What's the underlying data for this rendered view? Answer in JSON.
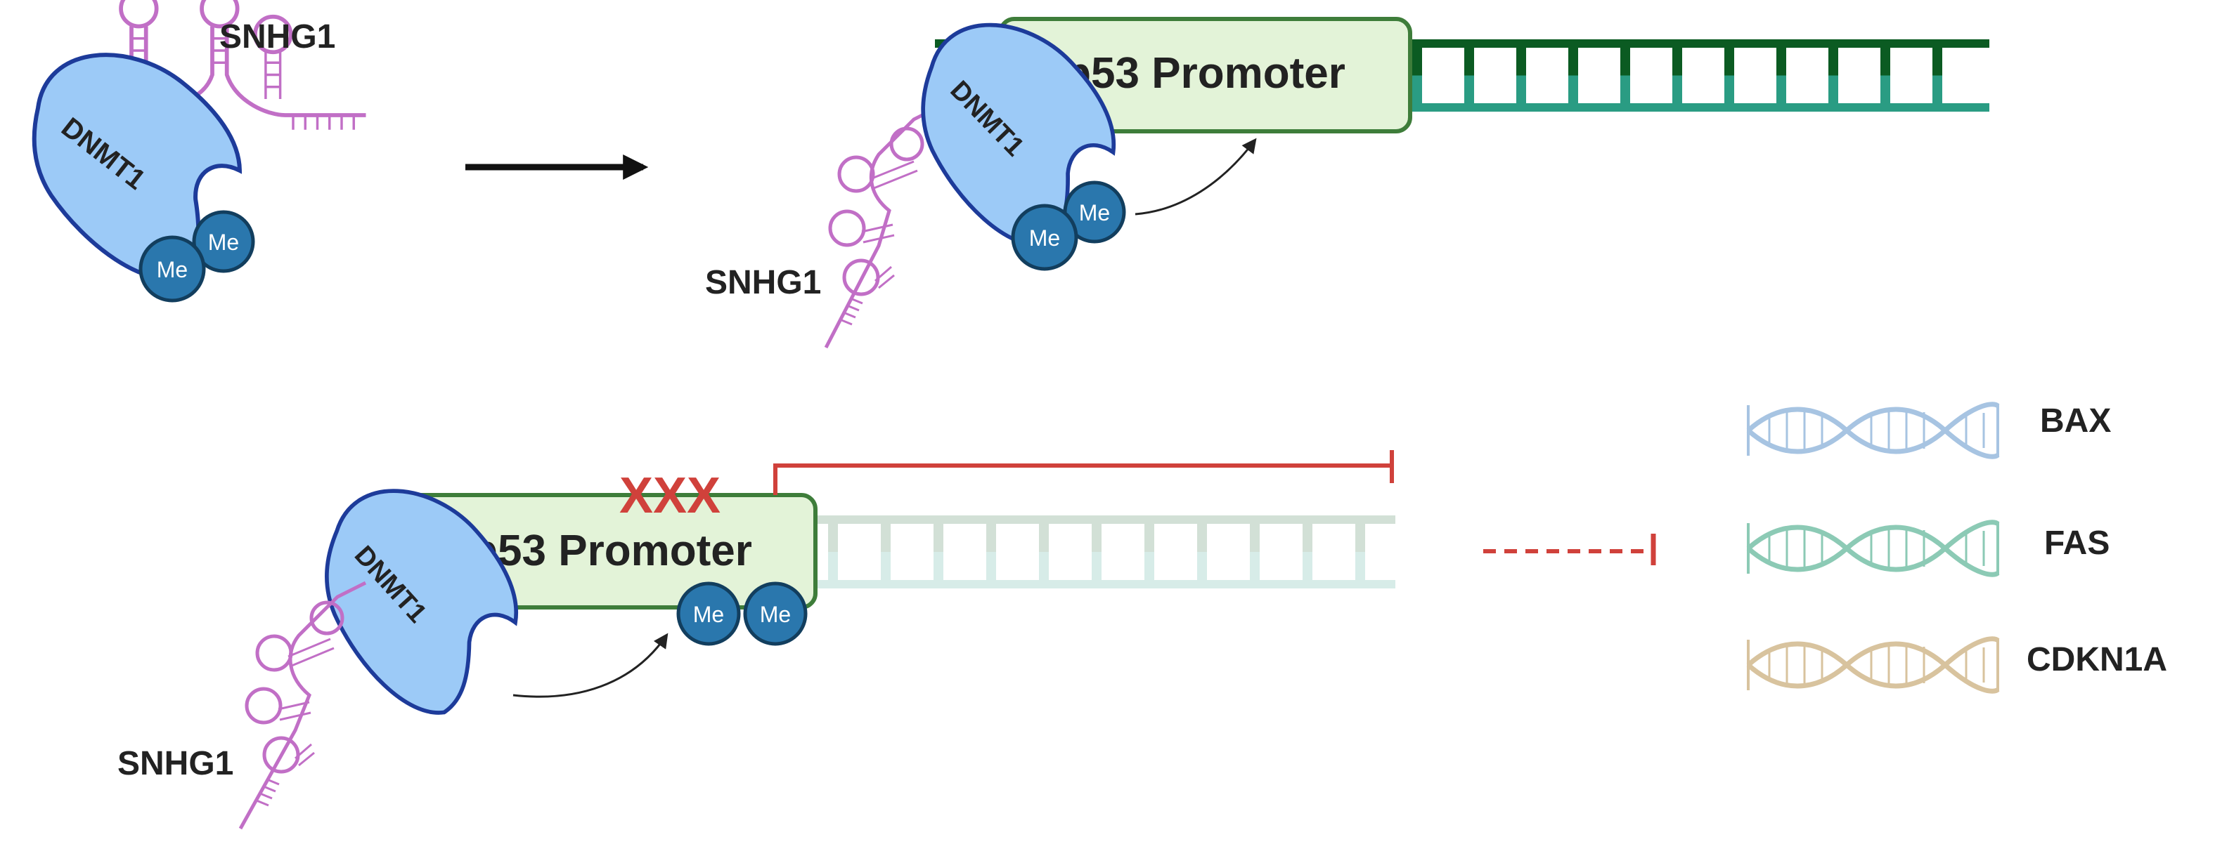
{
  "labels": {
    "snhg1_top_left": "SNHG1",
    "snhg1_top_right": "SNHG1",
    "snhg1_bottom": "SNHG1",
    "dnmt1": "DNMT1",
    "methyl": "Me",
    "promoter_top": "p53 Promoter",
    "promoter_bottom": "p53 Promoter",
    "block_mark": "XXX"
  },
  "genes": [
    "BAX",
    "FAS",
    "CDKN1A"
  ],
  "colors": {
    "rna": "#c16fc6",
    "dnmt1_fill": "#9ccaf7",
    "dnmt1_stroke": "#1d3b9a",
    "methyl_fill": "#2a77ad",
    "methyl_stroke": "#123e5e",
    "promoter_fill": "#e3f3d8",
    "promoter_stroke": "#3e7d3a",
    "dna_dark": "#0b5b22",
    "dna_teal": "#2a9c83",
    "inhibit": "#d0413b",
    "gene_bax": "#a7c4e2",
    "gene_fas": "#8ccab5",
    "gene_cdkn1a": "#d8c39e"
  },
  "icons": [
    "rna-stem-loop-icon",
    "dnmt1-enzyme-icon",
    "methyl-group-icon",
    "dna-double-helix-icon",
    "inhibition-arrow-icon"
  ]
}
